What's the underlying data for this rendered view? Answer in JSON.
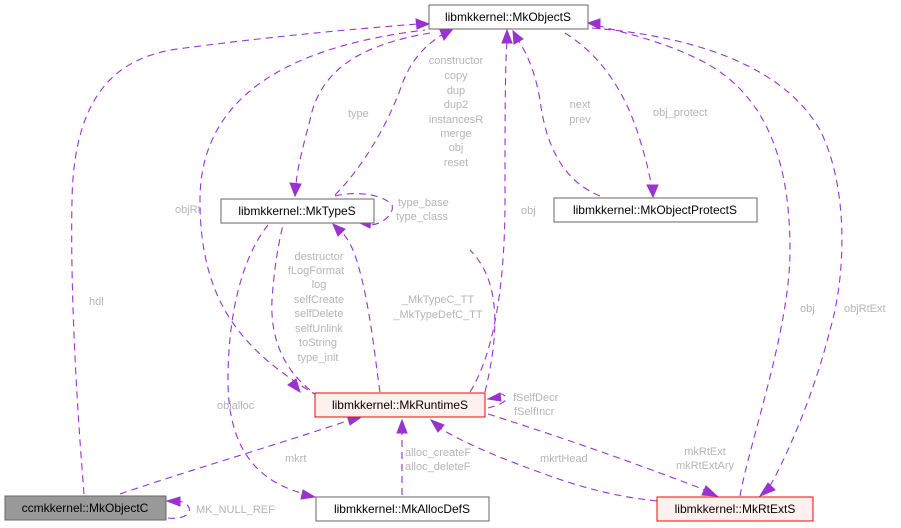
{
  "colors": {
    "edge": "#9a32cd",
    "edge_label": "#b5b5b5",
    "node_border": "#666666",
    "node_fill": "#ffffff",
    "highlight_border": "#ff0000",
    "highlight_fill": "#fff0f0",
    "focus_fill": "#999999"
  },
  "nodes": {
    "mkobjects": "libmkkernel::MkObjectS",
    "mktypes": "libmkkernel::MkTypeS",
    "mkobjectprotects": "libmkkernel::MkObjectProtectS",
    "mkruntimes": "libmkkernel::MkRuntimeS",
    "mkobjectc": "ccmkkernel::MkObjectC",
    "mkallocdefs": "libmkkernel::MkAllocDefS",
    "mkrtexts": "libmkkernel::MkRtExtS"
  },
  "edge_labels": {
    "hdl": "hdl",
    "objRt": "objRt",
    "type": "type",
    "mktypes_to_objects": [
      "constructor",
      "copy",
      "dup",
      "dup2",
      "instancesR",
      "merge",
      "obj",
      "reset"
    ],
    "obj_runtime": "obj",
    "next_prev": [
      "next",
      "prev"
    ],
    "obj_protect": "obj_protect",
    "type_self": [
      "type_base",
      "type_class"
    ],
    "runtime_to_type": [
      "destructor",
      "fLogFormat",
      "log",
      "selfCreate",
      "selfDelete",
      "selfUnlink",
      "toString",
      "type_init"
    ],
    "typec_tt": [
      "_MkTypeC_TT",
      "_MkTypeDefC_TT"
    ],
    "objalloc": "objalloc",
    "runtime_self": [
      "fSelfDecr",
      "fSelfIncr"
    ],
    "obj_rtext": "obj",
    "objRtExt": "objRtExt",
    "mkrt": "mkrt",
    "alloc": [
      "alloc_createF",
      "alloc_deleteF"
    ],
    "mkrtHead": "mkrtHead",
    "mkRtExt": [
      "mkRtExt",
      "mkRtExtAry"
    ],
    "mk_null_ref": "MK_NULL_REF"
  }
}
